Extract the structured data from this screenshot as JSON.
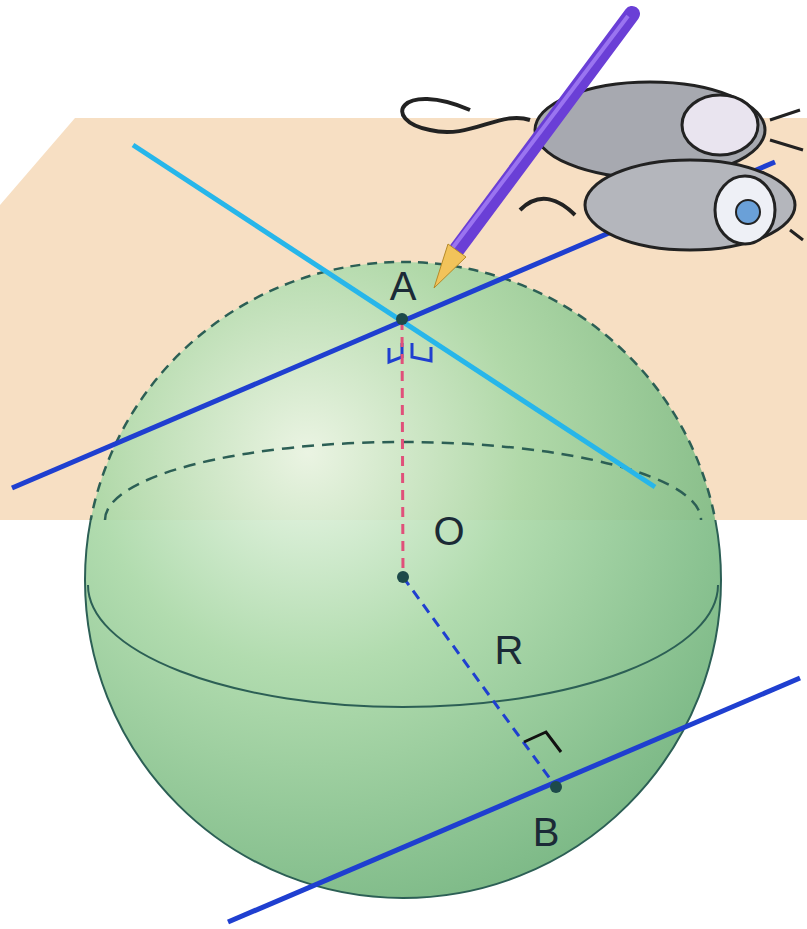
{
  "diagram": {
    "labels": [
      "A",
      "O",
      "R",
      "B"
    ]
  }
}
